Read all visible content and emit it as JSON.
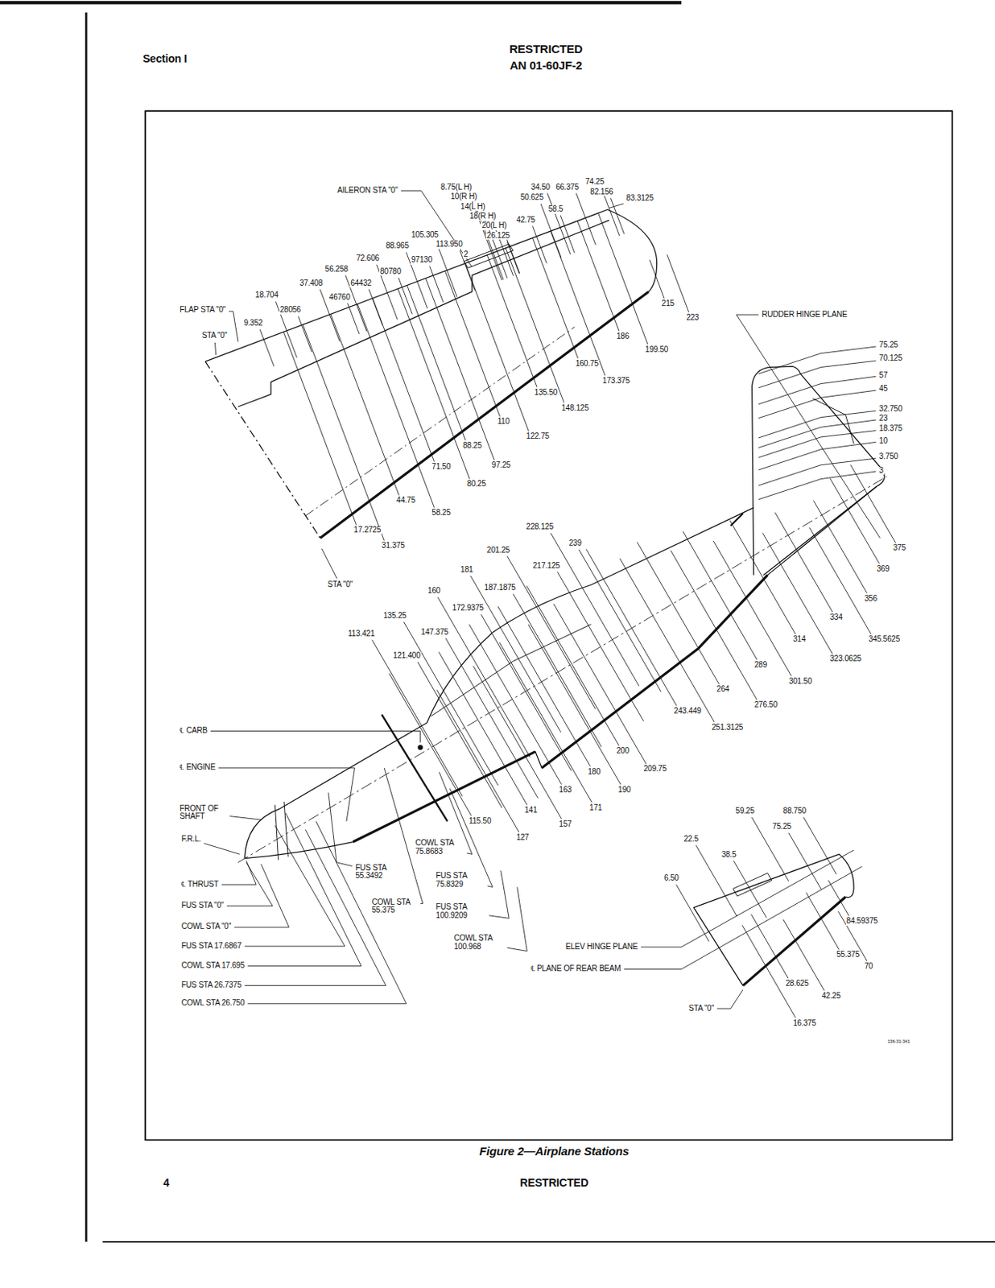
{
  "diagram": {
    "caption": "Figure 2—Airplane Stations",
    "labels": [
      "Section I",
      "RESTRICTED",
      "AN 01-60JF-2",
      "AILERON STA \"0\"",
      "8.75(L H)",
      "10(R H)",
      "14(L H)",
      "18(R H)",
      "20(L H)",
      "26.125",
      "34.50",
      "66.375",
      "74.25",
      "82.156",
      "83.3125",
      "50.625",
      "58.5",
      "42.75",
      "105.305",
      "113.950",
      "2",
      "88.965",
      "97130",
      "72.606",
      "80780",
      "56.258",
      "64432",
      "37.408",
      "46760",
      "18.704",
      "28056",
      "FLAP STA \"0\"",
      "9.352",
      "STA \"0\"",
      "215",
      "223",
      "186",
      "199.50",
      "160.75",
      "173.375",
      "135.50",
      "148.125",
      "110",
      "122.75",
      "88.25",
      "97.25",
      "71.50",
      "80.25",
      "44.75",
      "58.25",
      "17.2725",
      "31.375",
      "STA \"0\"",
      "RUDDER HINGE PLANE",
      "75.25",
      "70.125",
      "57",
      "45",
      "32.750",
      "23",
      "18.375",
      "10",
      "3.750",
      "3",
      "375",
      "369",
      "356",
      "334",
      "345.5625",
      "314",
      "323.0625",
      "289",
      "301.50",
      "264",
      "276.50",
      "243.449",
      "251.3125",
      "228.125",
      "239",
      "201.25",
      "217.125",
      "181",
      "187.1875",
      "160",
      "172.9375",
      "135.25",
      "147.375",
      "113.421",
      "121.400",
      "200",
      "209.75",
      "180",
      "190",
      "163",
      "171",
      "141",
      "157",
      "115.50",
      "127",
      "℄ CARB",
      "℄ ENGINE",
      "FRONT OF SHAFT",
      "F.R.L.",
      "℄ THRUST",
      "FUS STA \"0\"",
      "COWL STA \"0\"",
      "FUS STA 17.6867",
      "COWL STA 17.695",
      "FUS STA 26.7375",
      "COWL STA 26.750",
      "FUS STA 55.3492",
      "COWL STA 55.375",
      "COWL STA 75.8683",
      "FUS STA 75.8329",
      "FUS STA 100.9209",
      "COWL STA 100.968",
      "59.25",
      "88.750",
      "75.25",
      "22.5",
      "38.5",
      "6.50",
      "84.59375",
      "55.375",
      "70",
      "ELEV HINGE PLANE",
      "℄ PLANE OF REAR BEAM",
      "28.625",
      "42.25",
      "STA \"0\"",
      "16.375",
      "136-31-341",
      "4",
      "RESTRICTED"
    ]
  }
}
